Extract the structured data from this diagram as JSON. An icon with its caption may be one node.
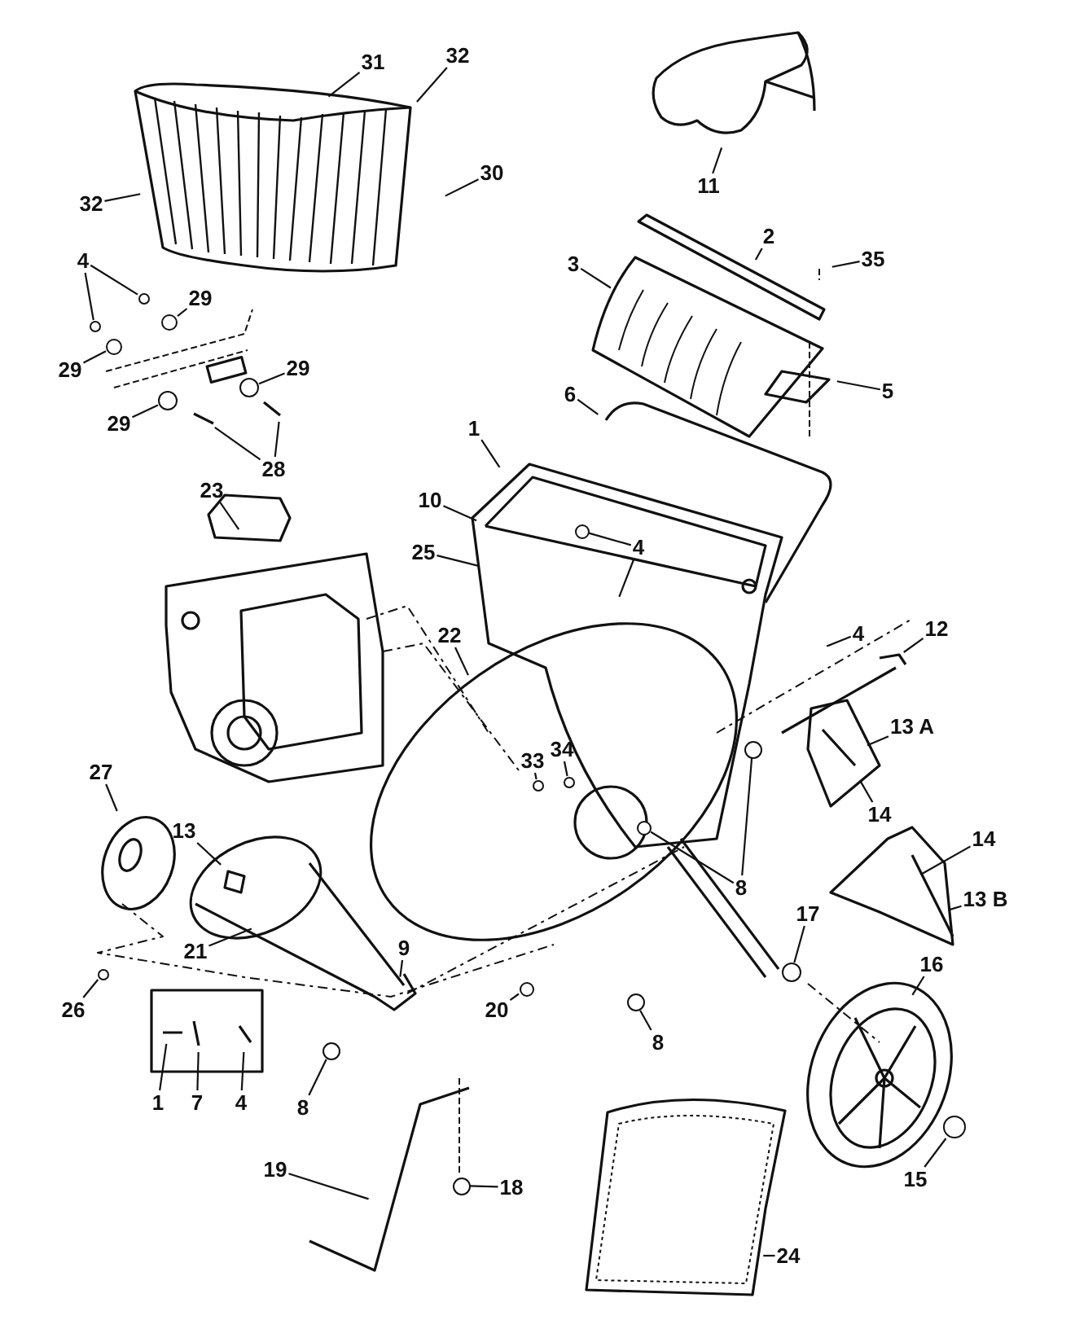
{
  "diagram": {
    "nodes": [
      {
        "text": [
          "31"
        ]
      },
      {
        "text": [
          "32"
        ]
      },
      {
        "text": [
          "32"
        ]
      },
      {
        "text": [
          "30"
        ]
      },
      {
        "text": [
          "4"
        ]
      },
      {
        "text": [
          "29"
        ]
      },
      {
        "text": [
          "29"
        ]
      },
      {
        "text": [
          "29"
        ]
      },
      {
        "text": [
          "29"
        ]
      },
      {
        "text": [
          "28"
        ]
      },
      {
        "text": [
          "11"
        ]
      },
      {
        "text": [
          "2"
        ]
      },
      {
        "text": [
          "35"
        ]
      },
      {
        "text": [
          "3"
        ]
      },
      {
        "text": [
          "5"
        ]
      },
      {
        "text": [
          "6"
        ]
      },
      {
        "text": [
          "1"
        ]
      },
      {
        "text": [
          "10"
        ]
      },
      {
        "text": [
          "4"
        ]
      },
      {
        "text": [
          "25"
        ]
      },
      {
        "text": [
          "23"
        ]
      },
      {
        "text": [
          "22"
        ]
      },
      {
        "text": [
          "4"
        ]
      },
      {
        "text": [
          "12"
        ]
      },
      {
        "text": [
          "13 A"
        ]
      },
      {
        "text": [
          "14"
        ]
      },
      {
        "text": [
          "33"
        ]
      },
      {
        "text": [
          "34"
        ]
      },
      {
        "text": [
          "14"
        ]
      },
      {
        "text": [
          "13 B"
        ]
      },
      {
        "text": [
          "8"
        ]
      },
      {
        "text": [
          "27"
        ]
      },
      {
        "text": [
          "13"
        ]
      },
      {
        "text": [
          "21"
        ]
      },
      {
        "text": [
          "9"
        ]
      },
      {
        "text": [
          "26"
        ]
      },
      {
        "text": [
          "20"
        ]
      },
      {
        "text": [
          "17"
        ]
      },
      {
        "text": [
          "16"
        ]
      },
      {
        "text": [
          "8"
        ]
      },
      {
        "text": [
          "1"
        ]
      },
      {
        "text": [
          "7"
        ]
      },
      {
        "text": [
          "4"
        ]
      },
      {
        "text": [
          "8"
        ]
      },
      {
        "text": [
          "19"
        ]
      },
      {
        "text": [
          "18"
        ]
      },
      {
        "text": [
          "15"
        ]
      },
      {
        "text": [
          "24"
        ]
      },
      {
        "text": [],
        "shape": "circle"
      },
      {
        "text": [],
        "shape": "circle"
      },
      {
        "text": [],
        "shape": "circle"
      },
      {
        "text": [],
        "shape": "circle"
      },
      {
        "text": [],
        "shape": "circle"
      },
      {
        "text": [],
        "shape": "circle"
      },
      {
        "text": [],
        "shape": "circle"
      },
      {
        "text": [],
        "shape": "circle"
      },
      {
        "text": [],
        "shape": "circle"
      },
      {
        "text": [],
        "shape": "circle"
      },
      {
        "text": [],
        "shape": "circle"
      },
      {
        "text": [],
        "shape": "picture"
      },
      {
        "text": [],
        "shape": "circle"
      },
      {
        "text": [],
        "shape": "circle"
      },
      {
        "text": [],
        "shape": "circle"
      },
      {
        "text": [],
        "shape": "circle"
      },
      {
        "text": [],
        "shape": "circle"
      },
      {
        "text": [],
        "shape": "circle"
      },
      {
        "text": [],
        "shape": "circle"
      }
    ],
    "edges": [
      {
        "from": 0,
        "to": null,
        "arrow": "none"
      },
      {
        "from": 1,
        "to": null,
        "arrow": "none"
      },
      {
        "from": 2,
        "to": null,
        "arrow": "none"
      },
      {
        "from": 3,
        "to": null,
        "arrow": "none"
      },
      {
        "from": 4,
        "to": 48,
        "arrow": "none"
      },
      {
        "from": 4,
        "to": 49,
        "arrow": "none"
      },
      {
        "from": 5,
        "to": 50,
        "arrow": "none"
      },
      {
        "from": 6,
        "to": 51,
        "arrow": "none"
      },
      {
        "from": 7,
        "to": 52,
        "arrow": "none"
      },
      {
        "from": 8,
        "to": 53,
        "arrow": "none"
      },
      {
        "from": 9,
        "to": null,
        "arrow": "none"
      },
      {
        "from": 9,
        "to": null,
        "arrow": "none"
      },
      {
        "from": 10,
        "to": null,
        "arrow": "none"
      },
      {
        "from": 11,
        "to": null,
        "arrow": "none"
      },
      {
        "from": 12,
        "to": null,
        "arrow": "none"
      },
      {
        "from": 13,
        "to": null,
        "arrow": "none"
      },
      {
        "from": 14,
        "to": null,
        "arrow": "none"
      },
      {
        "from": 15,
        "to": null,
        "arrow": "none"
      },
      {
        "from": 16,
        "to": null,
        "arrow": "none"
      },
      {
        "from": 17,
        "to": null,
        "arrow": "none"
      },
      {
        "from": 18,
        "to": 54,
        "arrow": "none"
      },
      {
        "from": 18,
        "to": null,
        "arrow": "none"
      },
      {
        "from": 19,
        "to": null,
        "arrow": "none"
      },
      {
        "from": 20,
        "to": null,
        "arrow": "none"
      },
      {
        "from": 21,
        "to": null,
        "arrow": "none"
      },
      {
        "from": 22,
        "to": null,
        "arrow": "none"
      },
      {
        "from": 23,
        "to": null,
        "arrow": "none"
      },
      {
        "from": 24,
        "to": null,
        "arrow": "none"
      },
      {
        "from": 25,
        "to": null,
        "arrow": "none"
      },
      {
        "from": 26,
        "to": 55,
        "arrow": "none"
      },
      {
        "from": 27,
        "to": 56,
        "arrow": "none"
      },
      {
        "from": 28,
        "to": null,
        "arrow": "none"
      },
      {
        "from": 29,
        "to": null,
        "arrow": "none"
      },
      {
        "from": 30,
        "to": 57,
        "arrow": "none"
      },
      {
        "from": 30,
        "to": 58,
        "arrow": "none"
      },
      {
        "from": 31,
        "to": 59,
        "arrow": "none"
      },
      {
        "from": 32,
        "to": null,
        "arrow": "none"
      },
      {
        "from": 33,
        "to": null,
        "arrow": "none"
      },
      {
        "from": 34,
        "to": null,
        "arrow": "none"
      },
      {
        "from": 35,
        "to": 60,
        "arrow": "none"
      },
      {
        "from": 36,
        "to": 61,
        "arrow": "none"
      },
      {
        "from": 37,
        "to": 62,
        "arrow": "none"
      },
      {
        "from": 38,
        "to": null,
        "arrow": "none"
      },
      {
        "from": 39,
        "to": 63,
        "arrow": "none"
      },
      {
        "from": 40,
        "to": null,
        "arrow": "none"
      },
      {
        "from": 41,
        "to": null,
        "arrow": "none"
      },
      {
        "from": 42,
        "to": null,
        "arrow": "none"
      },
      {
        "from": 43,
        "to": 64,
        "arrow": "none"
      },
      {
        "from": 44,
        "to": null,
        "arrow": "none"
      },
      {
        "from": 45,
        "to": 65,
        "arrow": "none"
      },
      {
        "from": 46,
        "to": 66,
        "arrow": "none"
      },
      {
        "from": 47,
        "to": null,
        "arrow": "none"
      }
    ]
  }
}
